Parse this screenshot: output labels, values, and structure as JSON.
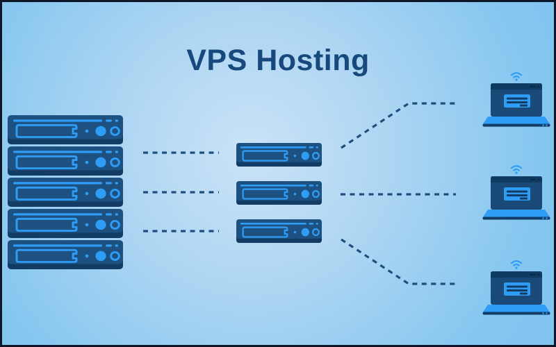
{
  "title": "VPS Hosting",
  "diagram": {
    "physical_rack": {
      "name": "physical-server-rack",
      "unit_count": 5
    },
    "vps_servers": {
      "name": "vps-server-instances",
      "count": 3
    },
    "clients": {
      "name": "client-laptops",
      "count": 3
    },
    "connections": {
      "rack_to_vps_links": 3,
      "vps_to_client_links": 3,
      "line_style": "dashed"
    }
  },
  "icons": {
    "server": "server-icon",
    "laptop": "laptop-icon",
    "wifi": "wifi-icon"
  },
  "colors": {
    "background_center": "#cbe3f7",
    "background_edge": "#7fc3ef",
    "frame_border": "#0c1626",
    "title_text": "#17497d",
    "server_body": "#1d5181",
    "server_body_shadow": "#123c64",
    "accent_blue": "#2f9df5",
    "connector_dash": "#1d4e7d",
    "laptop_screen": "#1a4a78",
    "laptop_screen_bar": "#0f3a61"
  }
}
